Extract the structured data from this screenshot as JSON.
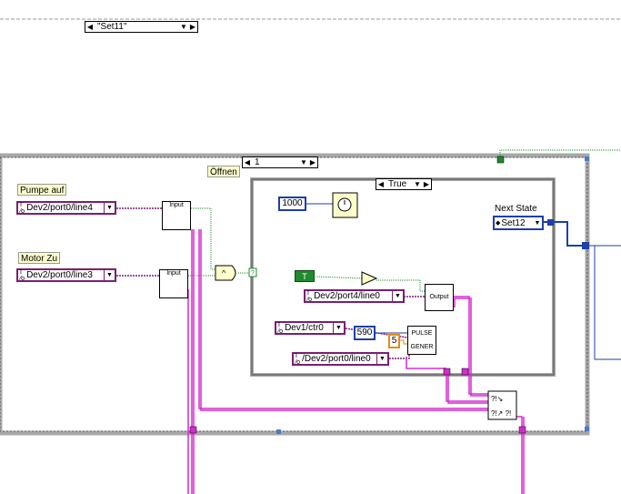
{
  "outer_case": {
    "selector": "\"Set11\""
  },
  "sequence": {
    "frame": "1",
    "label": "Öffnen"
  },
  "labels": {
    "pumpe": "Pumpe auf",
    "motor": "Motor Zu"
  },
  "channels": {
    "line4": "Dev2/port0/line4",
    "line3": "Dev2/port0/line3",
    "port4": "Dev2/port4/line0",
    "ctr0": "Dev1/ctr0",
    "port0": "/Dev2/port0/line0"
  },
  "vis": {
    "input1": "Input",
    "input2": "Input",
    "output": "Output",
    "pulse_line1": "PULSE",
    "pulse_line2": "GENER"
  },
  "inner_case": {
    "selector": "True"
  },
  "constants": {
    "wait_ms": "1000",
    "pulse_val": "590",
    "pulse_n": "5",
    "bool": "T"
  },
  "next_state": {
    "label": "Next State",
    "value": "Set12"
  },
  "colors": {
    "digital_wire": "#d62bd3",
    "cluster_wire": "#7a1e72",
    "numeric_wire": "#1c3fa8",
    "bool_wire": "#1f8a2e",
    "frame": "#a8a8a8"
  }
}
